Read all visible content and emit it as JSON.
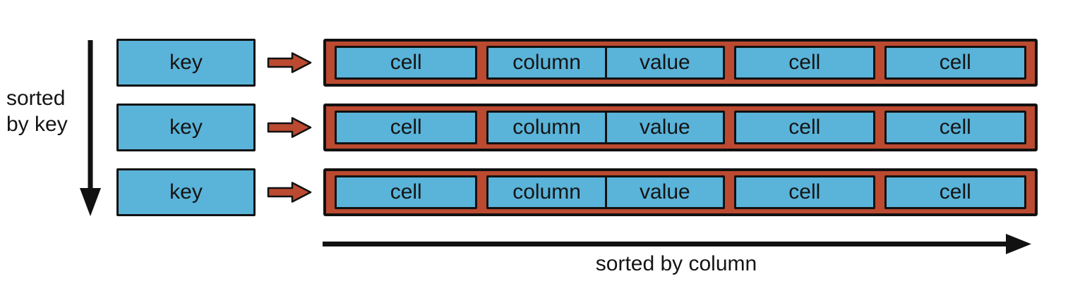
{
  "diagram": {
    "left_axis": {
      "label_line1": "sorted",
      "label_line2": "by key"
    },
    "bottom_axis": {
      "label": "sorted by column"
    },
    "rows": [
      {
        "key": "key",
        "cell_left": "cell",
        "column": "column",
        "value": "value",
        "cell_mid": "cell",
        "cell_right": "cell"
      },
      {
        "key": "key",
        "cell_left": "cell",
        "column": "column",
        "value": "value",
        "cell_mid": "cell",
        "cell_right": "cell"
      },
      {
        "key": "key",
        "cell_left": "cell",
        "column": "column",
        "value": "value",
        "cell_mid": "cell",
        "cell_right": "cell"
      }
    ],
    "icons": {
      "left_axis_icon": "down-arrow-icon",
      "row_pointer_icon": "right-block-arrow-icon",
      "bottom_axis_icon": "right-arrow-icon"
    },
    "colors": {
      "cell_blue": "#5AB3D9",
      "row_red": "#BB4A30",
      "outline_black": "#111111",
      "background": "#FFFFFF"
    }
  }
}
